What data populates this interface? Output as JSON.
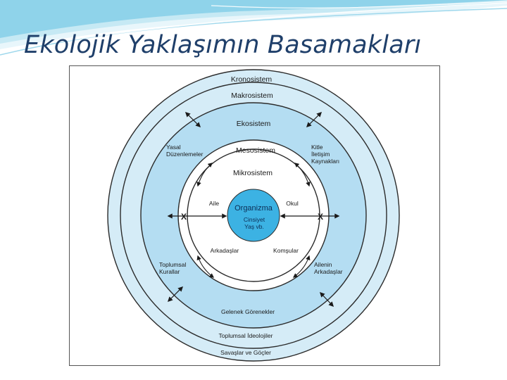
{
  "slide": {
    "title": "Ekolojik Yaklaşımın Basamakları"
  },
  "diagram": {
    "layers": {
      "chronosystem": "Kronosistem",
      "macrosystem": "Makrosistem",
      "exosystem": "Ekosistem",
      "mesosystem": "Mesosistem",
      "microsystem": "Mikrosistem"
    },
    "organism": {
      "label": "Organizma",
      "detail_line1": "Cinsiyet",
      "detail_line2": "Yaş vb."
    },
    "micro_items": {
      "family": "Aile",
      "school": "Okul",
      "friends": "Arkadaşlar",
      "neighbors": "Komşular"
    },
    "exo_items": {
      "legal_line1": "Yasal",
      "legal_line2": "Düzenlemeler",
      "media_line1": "Kitle",
      "media_line2": "İletişim",
      "media_line3": "Kaynakları",
      "rules_line1": "Toplumsal",
      "rules_line2": "Kurallar",
      "family_friends_line1": "Ailenin",
      "family_friends_line2": "Arkadaşlar"
    },
    "macro_items": {
      "traditions": "Gelenek Görenekler",
      "ideologies": "Toplumsal İdeolojiler",
      "wars": "Savaşlar ve Göçler"
    },
    "cross_marks": {
      "left": "X",
      "right": "X"
    },
    "colors": {
      "outer_ring": "#d5ecf7",
      "middle_ring": "#b4ddf2",
      "ring_stroke": "#2b2b2b",
      "center_fill": "#3cb2e3",
      "title_color": "#1f3f6a",
      "accent_swoosh": "#7ccbe5"
    }
  }
}
